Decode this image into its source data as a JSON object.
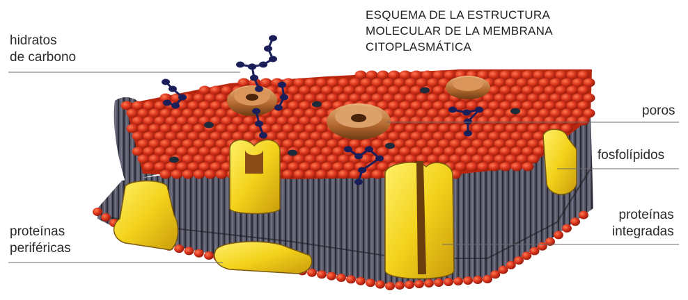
{
  "title": {
    "line1": "ESQUEMA DE LA ESTRUCTURA",
    "line2": "MOLECULAR DE LA MEMBRANA",
    "line3": "CITOPLASMÁTICA"
  },
  "labels": {
    "carbohydrates": {
      "line1": "hidratos",
      "line2": "de carbono"
    },
    "pores": "poros",
    "phospholipids": "fosfolípidos",
    "peripheral_proteins": {
      "line1": "proteínas",
      "line2": "periféricas"
    },
    "integral_proteins": {
      "line1": "proteínas",
      "line2": "integradas"
    }
  },
  "colors": {
    "lipid_head": "#d8321a",
    "lipid_head_dark": "#9e1f0e",
    "tail": "#2b2b36",
    "protein_yellow": "#f3d21b",
    "protein_outline": "#7a5a10",
    "pore_brown": "#a9652f",
    "carbohydrate": "#1a1f5a",
    "text": "#2b2b2b"
  }
}
